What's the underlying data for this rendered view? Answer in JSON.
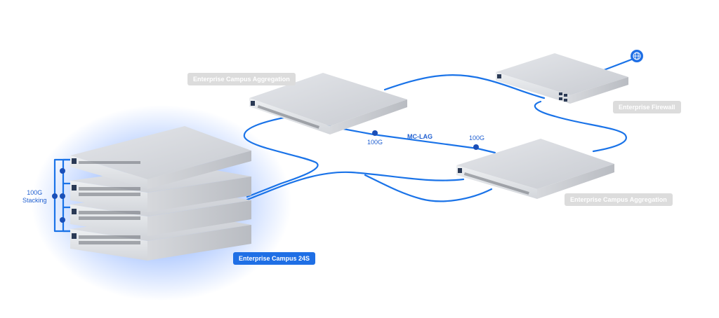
{
  "labels": {
    "agg_top": "Enterprise Campus Aggregation",
    "agg_bottom": "Enterprise Campus Aggregation",
    "firewall": "Enterprise Firewall",
    "campus24": "Enterprise Campus 24S",
    "link_left": "100G",
    "link_right": "100G",
    "mclag": "MC-LAG",
    "stacking_line1": "100G",
    "stacking_line2": "Stacking"
  },
  "icons": {
    "internet": "globe-icon",
    "link_node": "link-dot-icon",
    "stack_node": "chain-link-icon"
  },
  "colors": {
    "accent": "#1f6fe5",
    "link": "#1a73e8",
    "glow": "#3b7bff",
    "tag_grey": "#dcdcdc",
    "device_top": "#d8dbe1",
    "device_front": "#c9ccd2"
  }
}
